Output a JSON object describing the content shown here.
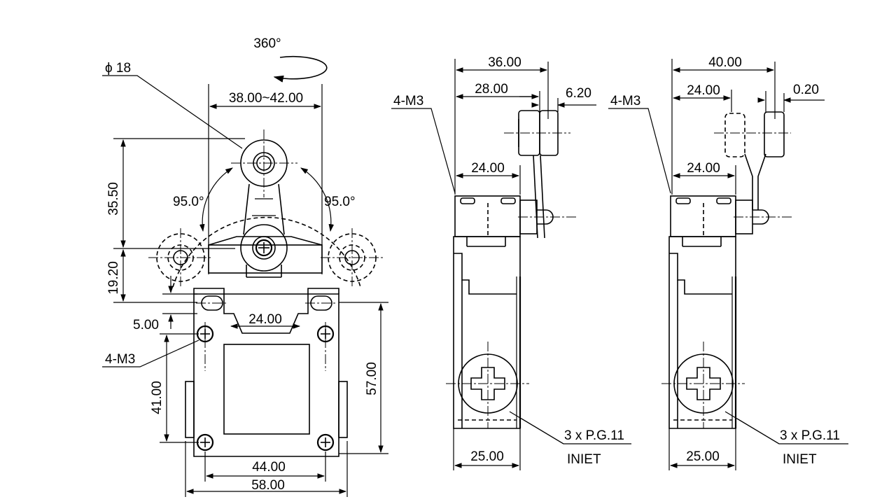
{
  "front_view": {
    "rotation": "360°",
    "roller_diameter": "ϕ 18",
    "lever_width_range": "38.00~42.00",
    "angle_left": "95.0°",
    "angle_right": "95.0°",
    "height_lever": "35.50",
    "height_pivot": "19.20",
    "offset": "5.00",
    "inner_width": "24.00",
    "screw_label": "4-M3",
    "hole_spacing_vertical": "41.00",
    "body_height": "57.00",
    "hole_spacing_horizontal": "44.00",
    "body_width": "58.00"
  },
  "side_view_a": {
    "overall_width": "36.00",
    "roller_offset": "28.00",
    "roller_thickness": "6.20",
    "screw_label": "4-M3",
    "head_width": "24.00",
    "body_depth": "25.00",
    "conduit_label": "3 x P.G.11",
    "conduit_sub": "INIET"
  },
  "side_view_b": {
    "overall_width": "40.00",
    "roller_offset": "24.00",
    "roller_thickness": "0.20",
    "screw_label": "4-M3",
    "head_width": "24.00",
    "body_depth": "25.00",
    "conduit_label": "3 x P.G.11",
    "conduit_sub": "INIET"
  }
}
